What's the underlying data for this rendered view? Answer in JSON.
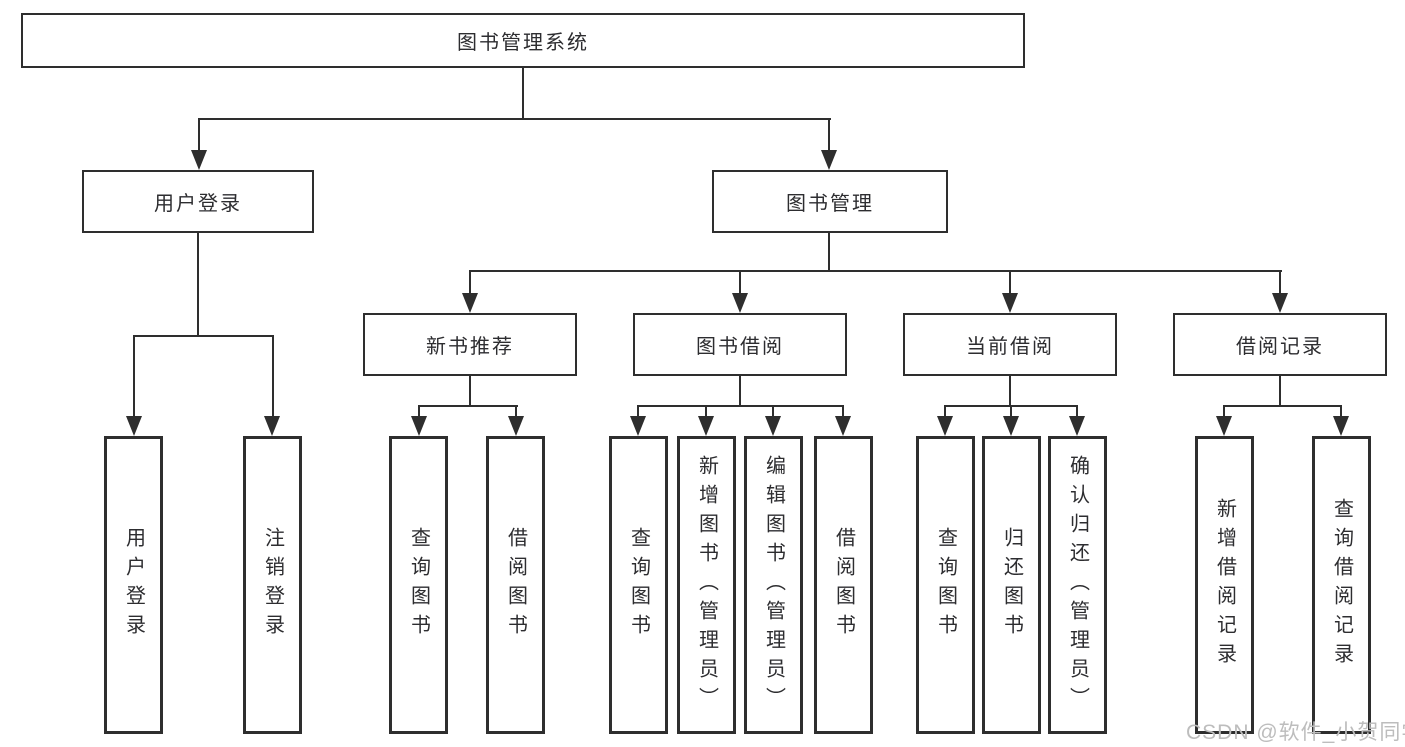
{
  "tree": {
    "label": "图书管理系统",
    "children": [
      {
        "label": "用户登录",
        "children": [
          {
            "label": "用户登录"
          },
          {
            "label": "注销登录"
          }
        ]
      },
      {
        "label": "图书管理",
        "children": [
          {
            "label": "新书推荐",
            "children": [
              {
                "label": "查询图书"
              },
              {
                "label": "借阅图书"
              }
            ]
          },
          {
            "label": "图书借阅",
            "children": [
              {
                "label": "查询图书"
              },
              {
                "label": "新增图书（管理员）"
              },
              {
                "label": "编辑图书（管理员）"
              },
              {
                "label": "借阅图书"
              }
            ]
          },
          {
            "label": "当前借阅",
            "children": [
              {
                "label": "查询图书"
              },
              {
                "label": "归还图书"
              },
              {
                "label": "确认归还（管理员）"
              }
            ]
          },
          {
            "label": "借阅记录",
            "children": [
              {
                "label": "新增借阅记录"
              },
              {
                "label": "查询借阅记录"
              }
            ]
          }
        ]
      }
    ]
  },
  "watermark": {
    "text": "CSDN @软件_小贺同学"
  },
  "colors": {
    "line": "#2e2e2e",
    "text": "#2d2d30",
    "watermark": "#bdbdbd",
    "background": "#ffffff"
  }
}
